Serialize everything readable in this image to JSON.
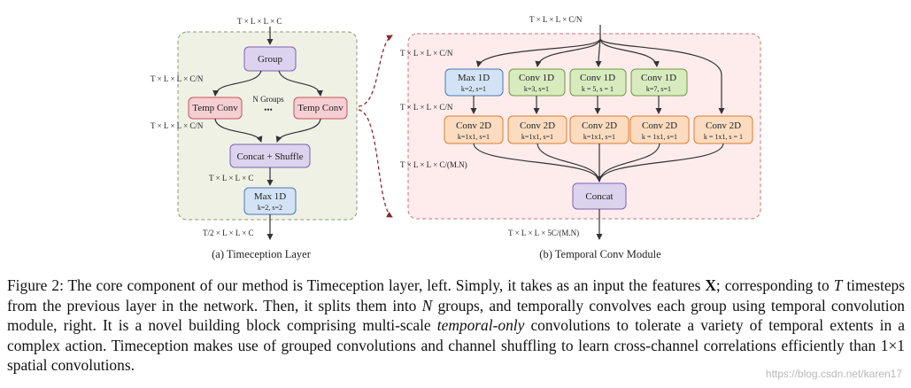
{
  "panel_a": {
    "input_shape": "T × L × L × C",
    "group_label": "Group",
    "split_shape": "T × L × L × C/N",
    "n_groups_label": "N Groups",
    "dots": "•••",
    "temp_conv_label": "Temp Conv",
    "temp_out_shape": "T × L × L × C/N",
    "concat_shuffle_label": "Concat + Shuffle",
    "concat_out_shape": "T × L × L × C",
    "maxpool_label": "Max 1D",
    "maxpool_params": "k=2, s=2",
    "output_shape": "T/2 × L × L × C",
    "caption": "(a) Timeception Layer"
  },
  "panel_b": {
    "input_shape": "T × L × L × C/N",
    "branch_in_shape": "T × L × L × C/N",
    "branch_mid_shape": "T × L × L × C/N",
    "branch_out_shape": "T × L × L × C/(M.N)",
    "max1d_label": "Max 1D",
    "max1d_params": "k=2, s=1",
    "conv1d_label": "Conv 1D",
    "conv1d_params": [
      "k=3, s=1",
      "k = 5, s = 1",
      "k=7, s=1"
    ],
    "conv2d_label": "Conv 2D",
    "conv2d_params": [
      "k=1x1, s=1",
      "k=1x1, s=1",
      "k=1x1, s=1",
      "k = 1x1, s=1",
      "k = 1x1, s = 1"
    ],
    "concat_label": "Concat",
    "output_shape": "T × L × L × 5C/(M.N)",
    "caption": "(b) Temporal Conv Module"
  },
  "caption": {
    "p1": "Figure 2: The core component of our method is Timeception layer, left. Simply, it takes as an input the features ",
    "p2": "X",
    "p3": "; corresponding to ",
    "p4": "T",
    "p5": " timesteps from the previous layer in the network. Then, it splits them into ",
    "p6": "N",
    "p7": " groups, and temporally convolves each group using temporal convolution module, right. It is a novel building block comprising multi-scale ",
    "p8": "temporal-only",
    "p9": " convolutions to tolerate a variety of temporal extents in a complex action. Timeception makes use of grouped convolutions and channel shuffling to learn cross-channel correlations efficiently than 1×1 spatial convolutions."
  },
  "watermark": "https://blog.csdn.net/karen17",
  "colors": {
    "purple_fill": "#dcd3ee",
    "purple_stroke": "#7b63b2",
    "red_fill": "#f6cfd3",
    "red_stroke": "#c8525d",
    "blue_fill": "#d3e3f5",
    "blue_stroke": "#4a78b5",
    "green_fill": "#d7ebbf",
    "green_stroke": "#6f9a3d",
    "orange_fill": "#fbdcc0",
    "orange_stroke": "#df7d2c",
    "panel_a_bg": "#eff1e5",
    "panel_b_bg": "#fdeceb"
  }
}
